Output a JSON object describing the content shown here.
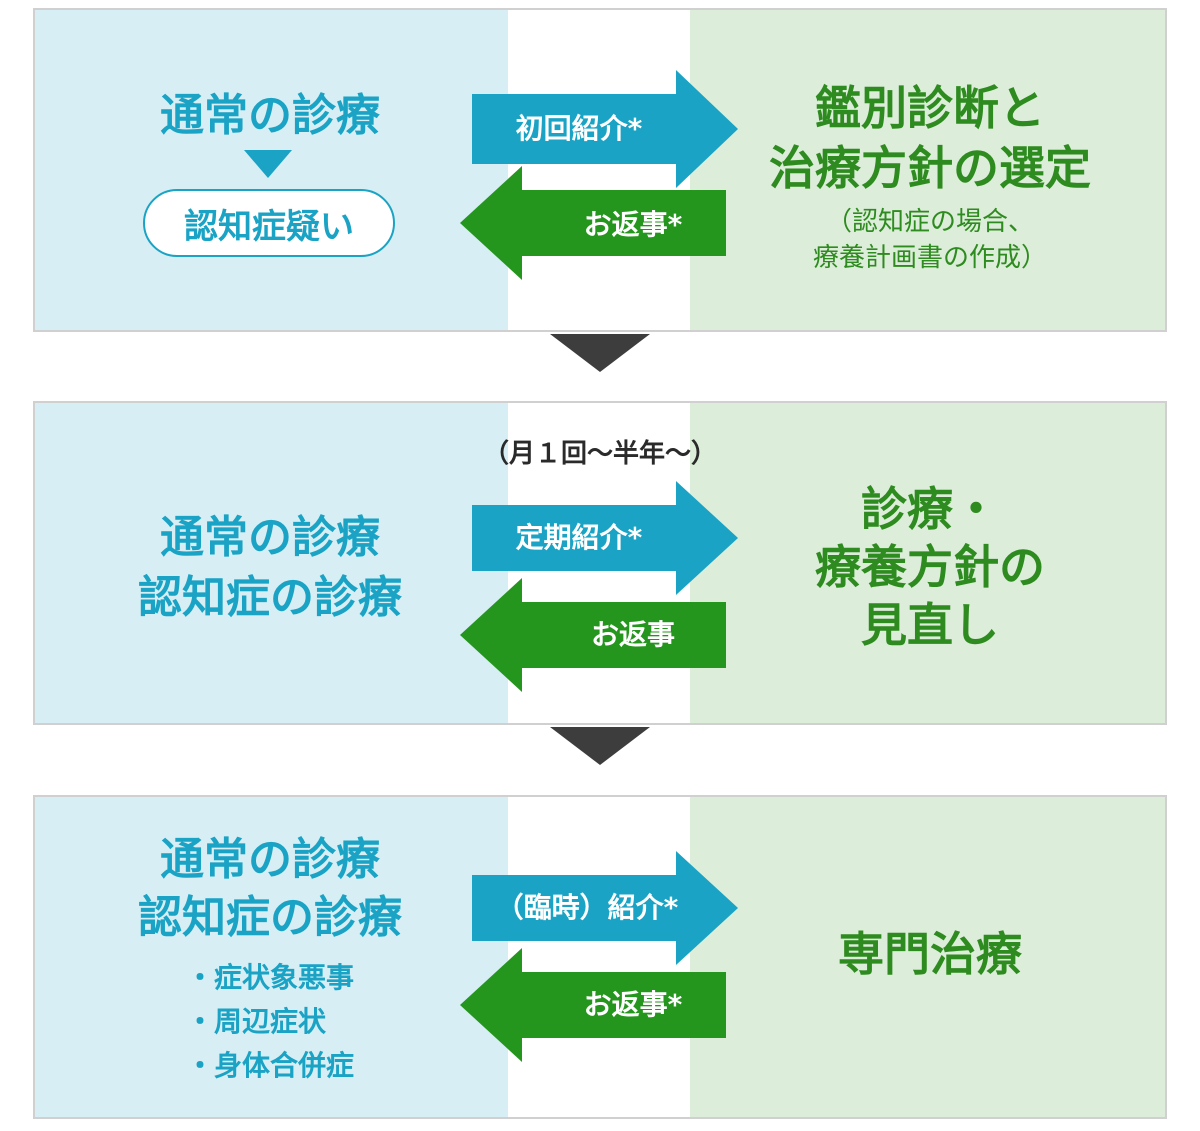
{
  "colors": {
    "blue": "#1aa3c4",
    "green": "#2e8b1f",
    "left_bg": "#d6eef4",
    "right_bg": "#dcedd9",
    "connector": "#3d3d3d"
  },
  "step1": {
    "left_title": "通常の診療",
    "left_pill": "認知症疑い",
    "arrow_right": "初回紹介*",
    "arrow_left": "お返事*",
    "right_title_line1": "鑑別診断と",
    "right_title_line2": "治療方針の選定",
    "right_note_line1": "（認知症の場合、",
    "right_note_line2": "療養計画書の作成）"
  },
  "step2": {
    "period": "（月１回～半年～）",
    "left_line1": "通常の診療",
    "left_line2": "認知症の診療",
    "arrow_right": "定期紹介*",
    "arrow_left": "お返事",
    "right_line1": "診療・",
    "right_line2": "療養方針の",
    "right_line3": "見直し"
  },
  "step3": {
    "left_line1": "通常の診療",
    "left_line2": "認知症の診療",
    "bullets": [
      "・症状象悪事",
      "・周辺症状",
      "・身体合併症"
    ],
    "arrow_right": "（臨時）紹介*",
    "arrow_left": "お返事*",
    "right_title": "専門治療"
  }
}
